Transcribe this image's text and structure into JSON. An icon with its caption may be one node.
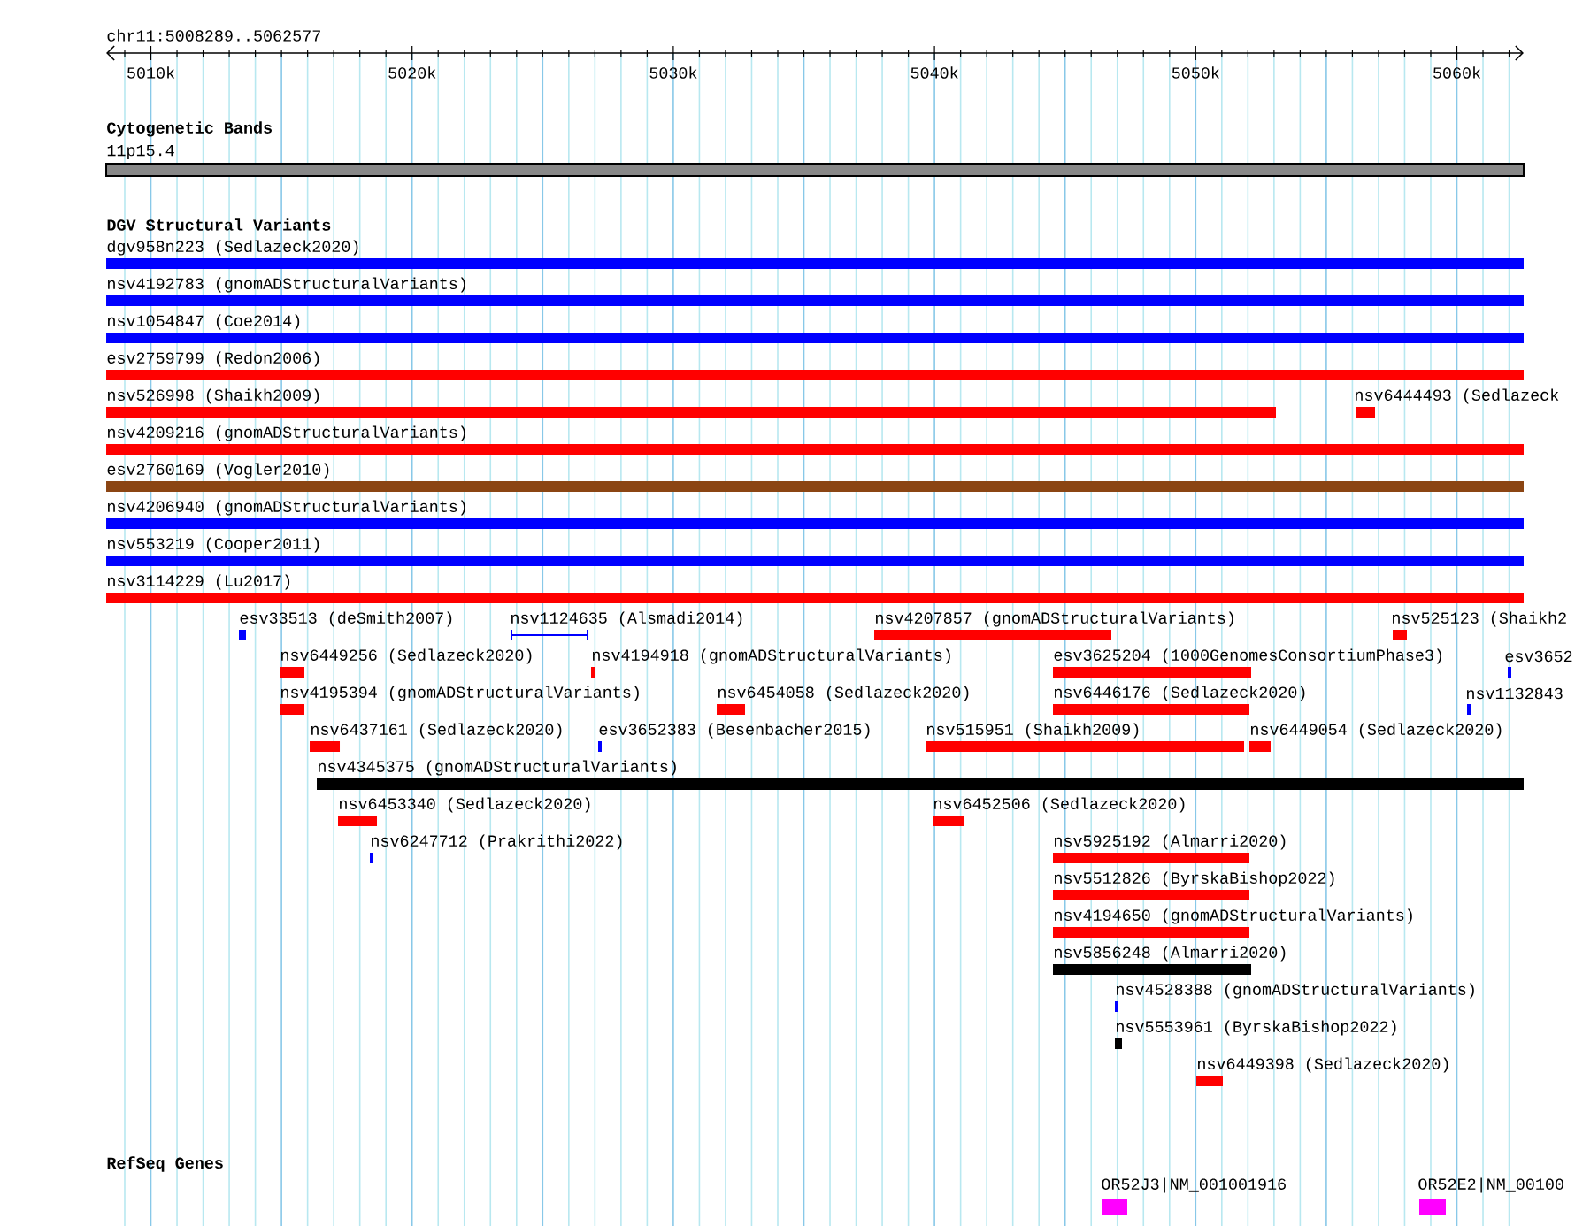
{
  "diagram": {
    "nodes": [
      {
        "text": [
          "11p15.4"
        ]
      },
      {
        "text": [
          "dgv958n223 (Sedlazeck2020)"
        ]
      },
      {
        "text": [
          "nsv4192783 (gnomADStructuralVariants)"
        ]
      },
      {
        "text": [
          "nsv1054847 (Coe2014)"
        ]
      },
      {
        "text": [
          "esv2759799 (Redon2006)"
        ]
      },
      {
        "text": [
          "nsv526998 (Shaikh2009)"
        ]
      },
      {
        "text": [
          "nsv6444493 (Sedlazeck"
        ]
      },
      {
        "text": [
          "nsv4209216 (gnomADStructuralVariants)"
        ]
      },
      {
        "text": [
          "esv2760169 (Vogler2010)"
        ]
      },
      {
        "text": [
          "nsv4206940 (gnomADStructuralVariants)"
        ]
      },
      {
        "text": [
          "nsv553219 (Cooper2011)"
        ]
      },
      {
        "text": [
          "nsv3114229 (Lu2017)"
        ]
      },
      {
        "text": [
          "esv33513 (deSmith2007)"
        ]
      },
      {
        "text": [
          "nsv1124635 (Alsmadi2014)"
        ]
      },
      {
        "text": [
          "nsv4207857 (gnomADStructuralVariants)"
        ]
      },
      {
        "text": [
          "nsv525123 (Shaikh2"
        ]
      },
      {
        "text": [
          "nsv6449256 (Sedlazeck2020)"
        ]
      },
      {
        "text": [
          "nsv4194918 (gnomADStructuralVariants)"
        ]
      },
      {
        "text": [
          "esv3625204 (1000GenomesConsortiumPhase3)"
        ]
      },
      {
        "text": [
          "esv3652"
        ]
      },
      {
        "text": [
          "nsv4195394 (gnomADStructuralVariants)"
        ]
      },
      {
        "text": [
          "nsv6454058 (Sedlazeck2020)"
        ]
      },
      {
        "text": [
          "nsv6446176 (Sedlazeck2020)"
        ]
      },
      {
        "text": [
          "nsv1132843"
        ]
      },
      {
        "text": [
          "nsv6437161 (Sedlazeck2020)"
        ]
      },
      {
        "text": [
          "esv3652383 (Besenbacher2015)"
        ]
      },
      {
        "text": [
          "nsv515951 (Shaikh2009)"
        ]
      },
      {
        "text": [
          "nsv6449054 (Sedlazeck2020)"
        ]
      },
      {
        "text": [
          "nsv4345375 (gnomADStructuralVariants)"
        ]
      },
      {
        "text": [
          "nsv6453340 (Sedlazeck2020)"
        ]
      },
      {
        "text": [
          "nsv6452506 (Sedlazeck2020)"
        ]
      },
      {
        "text": [
          "nsv6247712 (Prakrithi2022)"
        ]
      },
      {
        "text": [
          "nsv5925192 (Almarri2020)"
        ]
      },
      {
        "text": [
          "nsv5512826 (ByrskaBishop2022)"
        ]
      },
      {
        "text": [
          "nsv4194650 (gnomADStructuralVariants)"
        ]
      },
      {
        "text": [
          "nsv5856248 (Almarri2020)"
        ]
      },
      {
        "text": [
          "nsv4528388 (gnomADStructuralVariants)"
        ]
      },
      {
        "text": [
          "nsv5553961 (ByrskaBishop2022)"
        ]
      },
      {
        "text": [
          "nsv6449398 (Sedlazeck2020)"
        ]
      },
      {
        "text": [
          "OR52J3|NM_001001916"
        ]
      },
      {
        "text": [
          "OR52E2|NM_00100"
        ]
      }
    ],
    "labels": [
      "chr11:5008289..5062577",
      "5010k",
      "5020k",
      "5030k",
      "5040k",
      "5050k",
      "5060k",
      "Cytogenetic Bands",
      "DGV Structural Variants",
      "RefSeq Genes"
    ]
  }
}
